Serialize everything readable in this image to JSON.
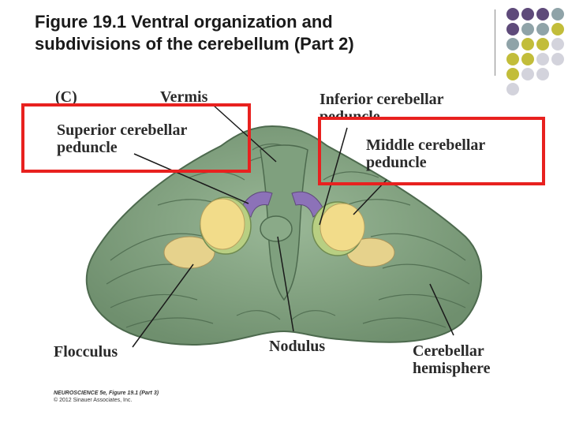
{
  "slide": {
    "title_line1": "Figure 19.1  Ventral organization and",
    "title_line2": "subdivisions of the cerebellum (Part 2)"
  },
  "figure": {
    "panel_label": "(C)",
    "labels": {
      "vermis": "Vermis",
      "superior_cerebellar_peduncle_1": "Superior cerebellar",
      "superior_cerebellar_peduncle_2": "peduncle",
      "inferior_cerebellar_peduncle_1": "Inferior cerebellar",
      "inferior_cerebellar_peduncle_2": "peduncle",
      "middle_cerebellar_peduncle_1": "Middle cerebellar",
      "middle_cerebellar_peduncle_2": "peduncle",
      "flocculus": "Flocculus",
      "nodulus": "Nodulus",
      "cerebellar_hemisphere_1": "Cerebellar",
      "cerebellar_hemisphere_2": "hemisphere"
    },
    "credit_line1": "NEUROSCIENCE 5e, Figure 19.1 (Part 3)",
    "credit_line2": "© 2012 Sinauer Associates, Inc.",
    "colors": {
      "cerebellum_fill": "#8aa989",
      "cerebellum_stroke": "#4d6a4e",
      "peduncle_cut_yellow": "#f2dc8a",
      "peduncle_cut_green": "#b8cf82",
      "superior_peduncle_purple": "#8c72b8",
      "highlight_box": "#e8211f"
    }
  },
  "decoration": {
    "dot_colors": [
      "#5e4a7a",
      "#8fa3a8",
      "#c2bd3a",
      "#d3d3dc"
    ]
  }
}
